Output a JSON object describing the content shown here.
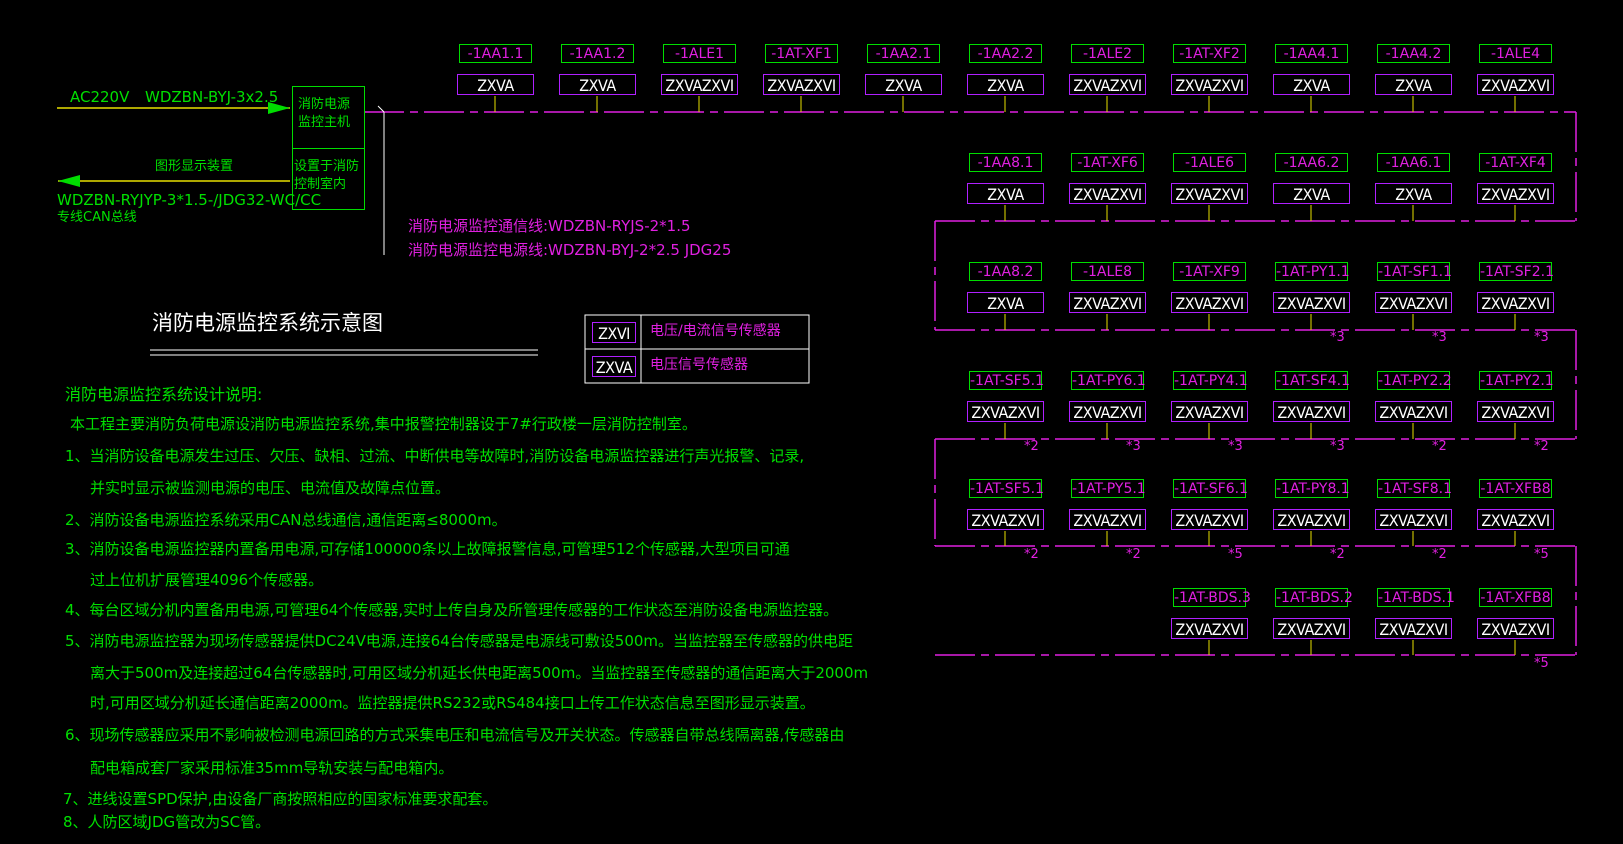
{
  "supply": {
    "voltage": "AC220V",
    "cable": "WDZBN-BYJ-3x2.5"
  },
  "host": {
    "name": "消防电源监控主机",
    "location": "设置于消防控制室内"
  },
  "display": {
    "label": "图形显示装置",
    "cable": "WDZBN-RYJYP-3*1.5-/JDG32-WC/CC",
    "bus": "专线CAN总线"
  },
  "lines": {
    "comm": "消防电源监控通信线:WDZBN-RYJS-2*1.5",
    "power": "消防电源监控电源线:WDZBN-BYJ-2*2.5  JDG25"
  },
  "title": "消防电源监控系统示意图",
  "legend": [
    {
      "code": "ZXVI",
      "desc": "电压/电流信号传感器"
    },
    {
      "code": "ZXVA",
      "desc": "电压信号传感器"
    }
  ],
  "rows": [
    [
      {
        "panel": "-1AA1.1",
        "sensor": "ZXVA",
        "mult": ""
      },
      {
        "panel": "-1AA1.2",
        "sensor": "ZXVA",
        "mult": ""
      },
      {
        "panel": "-1ALE1",
        "sensor": "ZXVAZXVI",
        "mult": ""
      },
      {
        "panel": "-1AT-XF1",
        "sensor": "ZXVAZXVI",
        "mult": ""
      },
      {
        "panel": "-1AA2.1",
        "sensor": "ZXVA",
        "mult": ""
      },
      {
        "panel": "-1AA2.2",
        "sensor": "ZXVA",
        "mult": ""
      },
      {
        "panel": "-1ALE2",
        "sensor": "ZXVAZXVI",
        "mult": ""
      },
      {
        "panel": "-1AT-XF2",
        "sensor": "ZXVAZXVI",
        "mult": ""
      },
      {
        "panel": "-1AA4.1",
        "sensor": "ZXVA",
        "mult": ""
      },
      {
        "panel": "-1AA4.2",
        "sensor": "ZXVA",
        "mult": ""
      },
      {
        "panel": "-1ALE4",
        "sensor": "ZXVAZXVI",
        "mult": ""
      }
    ],
    [
      {
        "panel": "-1AA8.1",
        "sensor": "ZXVA",
        "mult": ""
      },
      {
        "panel": "-1AT-XF6",
        "sensor": "ZXVAZXVI",
        "mult": ""
      },
      {
        "panel": "-1ALE6",
        "sensor": "ZXVAZXVI",
        "mult": ""
      },
      {
        "panel": "-1AA6.2",
        "sensor": "ZXVA",
        "mult": ""
      },
      {
        "panel": "-1AA6.1",
        "sensor": "ZXVA",
        "mult": ""
      },
      {
        "panel": "-1AT-XF4",
        "sensor": "ZXVAZXVI",
        "mult": ""
      }
    ],
    [
      {
        "panel": "-1AA8.2",
        "sensor": "ZXVA",
        "mult": ""
      },
      {
        "panel": "-1ALE8",
        "sensor": "ZXVAZXVI",
        "mult": ""
      },
      {
        "panel": "-1AT-XF9",
        "sensor": "ZXVAZXVI",
        "mult": ""
      },
      {
        "panel": "-1AT-PY1.1",
        "sensor": "ZXVAZXVI",
        "mult": "*3"
      },
      {
        "panel": "-1AT-SF1.1",
        "sensor": "ZXVAZXVI",
        "mult": "*3"
      },
      {
        "panel": "-1AT-SF2.1",
        "sensor": "ZXVAZXVI",
        "mult": "*3"
      }
    ],
    [
      {
        "panel": "-1AT-SF5.1",
        "sensor": "ZXVAZXVI",
        "mult": "*2"
      },
      {
        "panel": "-1AT-PY6.1",
        "sensor": "ZXVAZXVI",
        "mult": "*3"
      },
      {
        "panel": "-1AT-PY4.1",
        "sensor": "ZXVAZXVI",
        "mult": "*3"
      },
      {
        "panel": "-1AT-SF4.1",
        "sensor": "ZXVAZXVI",
        "mult": "*3"
      },
      {
        "panel": "-1AT-PY2.2",
        "sensor": "ZXVAZXVI",
        "mult": "*2"
      },
      {
        "panel": "-1AT-PY2.1",
        "sensor": "ZXVAZXVI",
        "mult": "*2"
      }
    ],
    [
      {
        "panel": "-1AT-SF5.1",
        "sensor": "ZXVAZXVI",
        "mult": "*2"
      },
      {
        "panel": "-1AT-PY5.1",
        "sensor": "ZXVAZXVI",
        "mult": "*2"
      },
      {
        "panel": "-1AT-SF6.1",
        "sensor": "ZXVAZXVI",
        "mult": "*5"
      },
      {
        "panel": "-1AT-PY8.1",
        "sensor": "ZXVAZXVI",
        "mult": "*2"
      },
      {
        "panel": "-1AT-SF8.1",
        "sensor": "ZXVAZXVI",
        "mult": "*2"
      },
      {
        "panel": "-1AT-XFB8",
        "sensor": "ZXVAZXVI",
        "mult": "*5"
      }
    ],
    [
      {
        "panel": "-1AT-BDS.3",
        "sensor": "ZXVAZXVI",
        "mult": ""
      },
      {
        "panel": "-1AT-BDS.2",
        "sensor": "ZXVAZXVI",
        "mult": ""
      },
      {
        "panel": "-1AT-BDS.1",
        "sensor": "ZXVAZXVI",
        "mult": ""
      },
      {
        "panel": "-1AT-XFB8",
        "sensor": "ZXVAZXVI",
        "mult": "*5"
      }
    ]
  ],
  "notes": {
    "heading": "消防电源监控系统设计说明:",
    "lines": [
      "本工程主要消防负荷电源设消防电源监控系统,集中报警控制器设于7#行政楼一层消防控制室。",
      "1、当消防设备电源发生过压、欠压、缺相、过流、中断供电等故障时,消防设备电源监控器进行声光报警、记录,",
      "并实时显示被监测电源的电压、电流值及故障点位置。",
      "2、消防设备电源监控系统采用CAN总线通信,通信距离≤8000m。",
      "3、消防设备电源监控器内置备用电源,可存储100000条以上故障报警信息,可管理512个传感器,大型项目可通",
      "过上位机扩展管理4096个传感器。",
      "4、每台区域分机内置备用电源,可管理64个传感器,实时上传自身及所管理传感器的工作状态至消防设备电源监控器。",
      "5、消防电源监控器为现场传感器提供DC24V电源,连接64台传感器是电源线可敷设500m。当监控器至传感器的供电距",
      "离大于500m及连接超过64台传感器时,可用区域分机延长供电距离500m。当监控器至传感器的通信距离大于2000m",
      "时,可用区域分机延长通信距离2000m。监控器提供RS232或RS484接口上传工作状态信息至图形显示装置。",
      "6、现场传感器应采用不影响被检测电源回路的方式采集电压和电流信号及开关状态。传感器自带总线隔离器,传感器由",
      "配电箱成套厂家采用标准35mm导轨安装与配电箱内。",
      "7、进线设置SPD保护,由设备厂商按照相应的国家标准要求配套。",
      "8、人防区域JDG管改为SC管。"
    ]
  },
  "colors": {
    "background": "#000000",
    "panel_border": "#00dd00",
    "panel_text": "#e020e0",
    "sensor_border": "#b020ff",
    "sensor_text": "#ffffff",
    "bus_line": "#e020e0",
    "drop_line": "#e8e000",
    "notes_text": "#00e000"
  }
}
